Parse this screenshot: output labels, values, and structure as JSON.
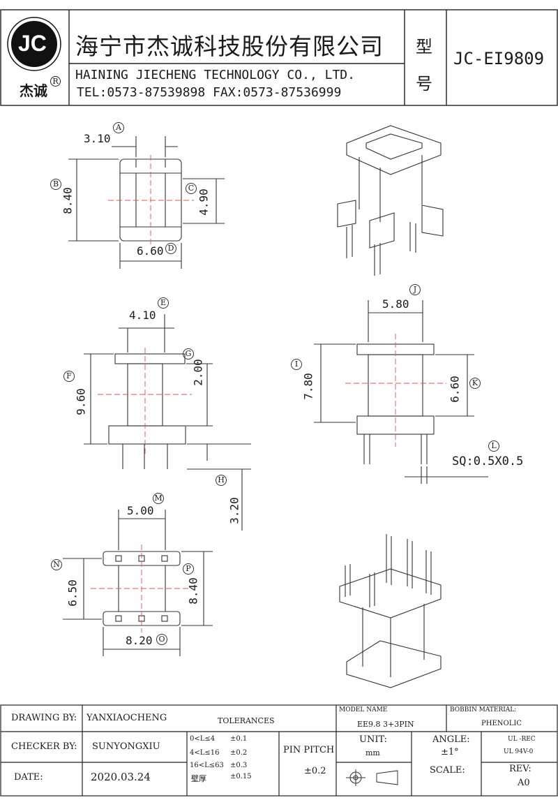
{
  "header": {
    "logo_text": "JC",
    "logo_sub": "杰诚",
    "logo_reg": "R",
    "company_cn": "海宁市杰诚科技股份有限公司",
    "company_en": "HAINING JIECHENG TECHNOLOGY CO., LTD.",
    "contact": "TEL:0573-87539898   FAX:0573-87536999",
    "model_label_1": "型",
    "model_label_2": "号",
    "model": "JC-EI9809"
  },
  "dims": {
    "A": "3.10",
    "B": "8.40",
    "C": "4.90",
    "D": "6.60",
    "E": "4.10",
    "F": "9.60",
    "G": "2.00",
    "H": "3.20",
    "I": "7.80",
    "J": "5.80",
    "K": "6.60",
    "L": "SQ:0.5X0.5",
    "M": "5.00",
    "N": "6.50",
    "O": "8.20",
    "P": "8.40"
  },
  "markers": [
    "A",
    "B",
    "C",
    "D",
    "E",
    "F",
    "G",
    "H",
    "I",
    "J",
    "K",
    "L",
    "M",
    "N",
    "O",
    "P"
  ],
  "footer": {
    "drawing_by_label": "DRAWING  BY:",
    "drawing_by": "YANXIAOCHENG",
    "checker_by_label": "CHECKER  BY:",
    "checker_by": "SUNYONGXIU",
    "date_label": "DATE:",
    "date": "2020.03.24",
    "tolerances_label": "TOLERANCES",
    "tol_rows": [
      {
        "range": "0<L≤4",
        "value": "±0.1"
      },
      {
        "range": "4<L≤16",
        "value": "±0.2"
      },
      {
        "range": "16<L≤63",
        "value": "±0.3"
      },
      {
        "range": "壁厚",
        "value": "±0.15"
      }
    ],
    "pin_pitch_label": "PIN PITCH",
    "pin_pitch_value": "±0.2",
    "model_name_label": "MODEL NAME",
    "model_name": "EE9.8 3+3PIN",
    "unit_label": "UNIT:",
    "unit": "mm",
    "angle_label": "ANGLE:",
    "angle": "±1°",
    "scale_label": "SCALE:",
    "bobbin_material_label": "BOBBIN MATERIAL:",
    "bobbin_material": "PHENOLIC",
    "ul_1": "UL -REC",
    "ul_2": "UL  94V-0",
    "rev_label": "REV:",
    "rev": "A0"
  }
}
